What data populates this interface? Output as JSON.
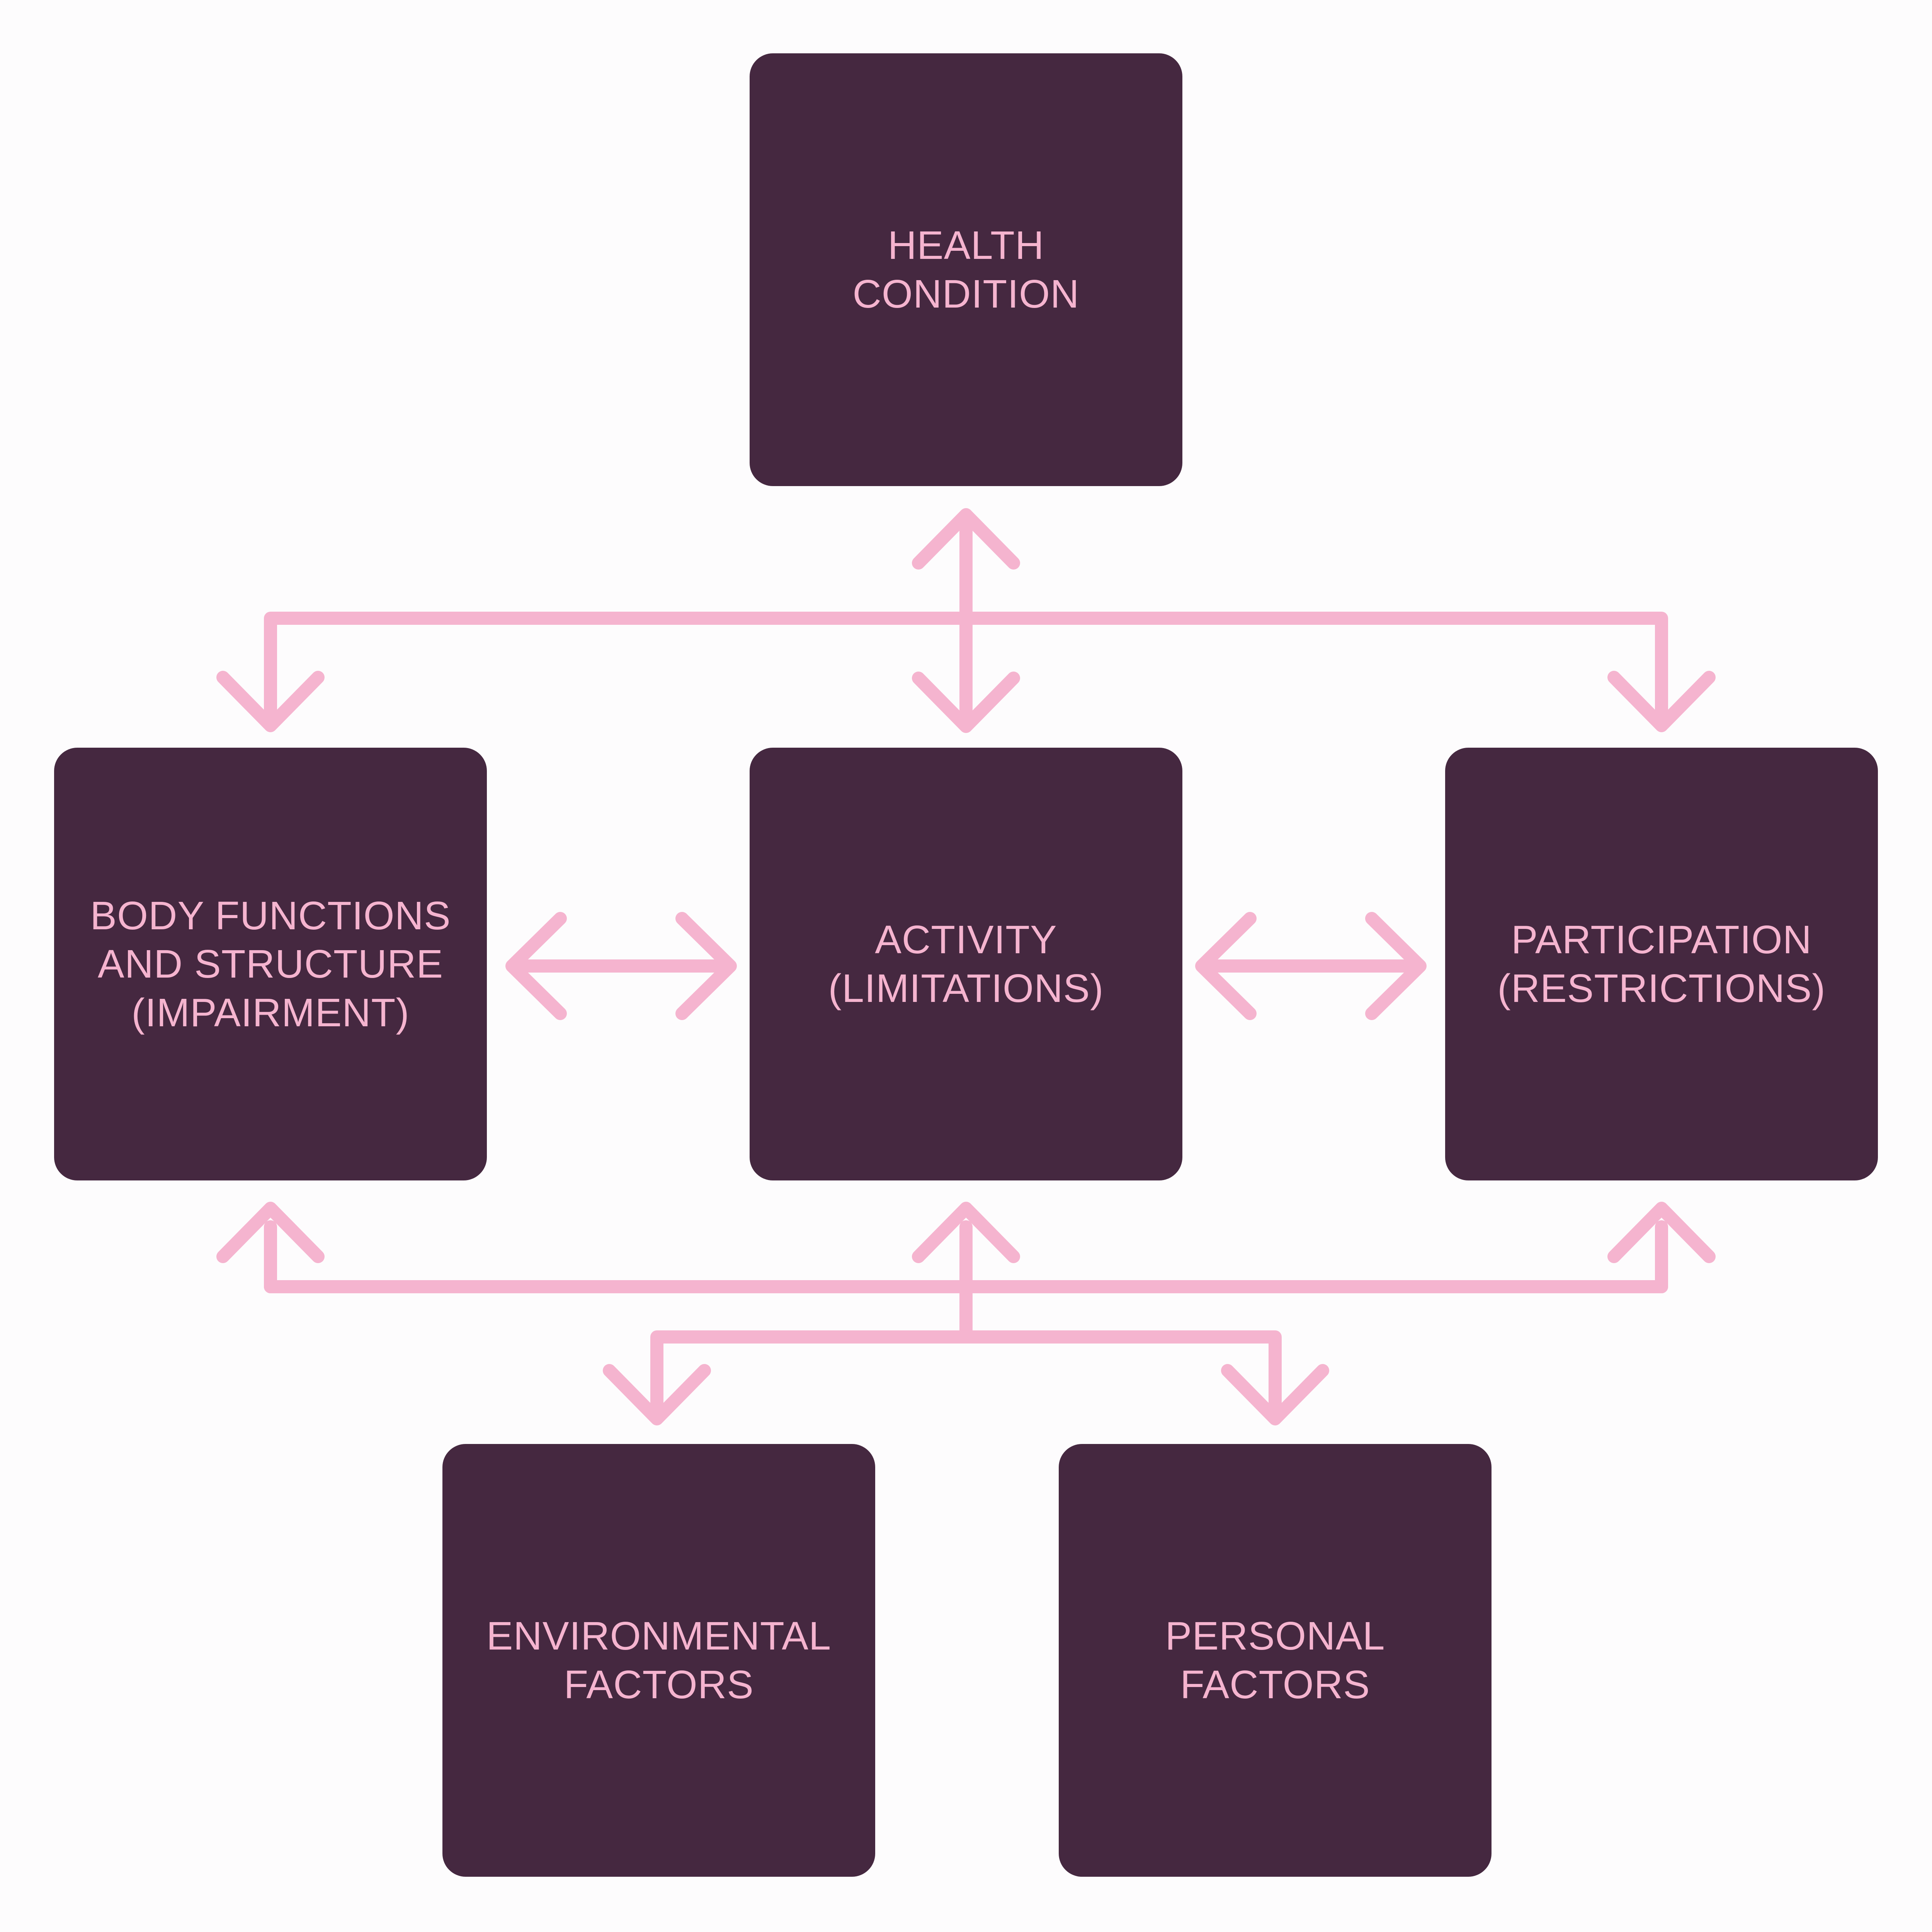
{
  "colors": {
    "background": "#FDFCFD",
    "box": "#452840",
    "accent": "#F5B4CF"
  },
  "nodes": {
    "health_condition": {
      "label": "HEALTH\nCONDITION"
    },
    "body_functions": {
      "label": "BODY FUNCTIONS\nAND STRUCTURE\n(IMPAIRMENT)"
    },
    "activity": {
      "label": "ACTIVITY\n(LIMITATIONS)"
    },
    "participation": {
      "label": "PARTICIPATION\n(RESTRICTIONS)"
    },
    "environmental_factors": {
      "label": "ENVIRONMENTAL\nFACTORS"
    },
    "personal_factors": {
      "label": "PERSONAL\nFACTORS"
    }
  },
  "connections": [
    {
      "id": "health-activity",
      "type": "double-arrow",
      "between": [
        "health_condition",
        "activity"
      ]
    },
    {
      "id": "health-body",
      "type": "arrow",
      "from": "health_condition",
      "to": "body_functions"
    },
    {
      "id": "health-participation",
      "type": "arrow",
      "from": "health_condition",
      "to": "participation"
    },
    {
      "id": "body-activity",
      "type": "double-arrow",
      "between": [
        "body_functions",
        "activity"
      ]
    },
    {
      "id": "activity-participation",
      "type": "double-arrow",
      "between": [
        "activity",
        "participation"
      ]
    },
    {
      "id": "factors-body",
      "type": "arrow",
      "from": "contextual_factors",
      "to": "body_functions"
    },
    {
      "id": "factors-activity",
      "type": "arrow",
      "from": "contextual_factors",
      "to": "activity"
    },
    {
      "id": "factors-participation",
      "type": "arrow",
      "from": "contextual_factors",
      "to": "participation"
    },
    {
      "id": "factors-environmental",
      "type": "arrow",
      "from": "contextual_factors",
      "to": "environmental_factors"
    },
    {
      "id": "factors-personal",
      "type": "arrow",
      "from": "contextual_factors",
      "to": "personal_factors"
    }
  ]
}
